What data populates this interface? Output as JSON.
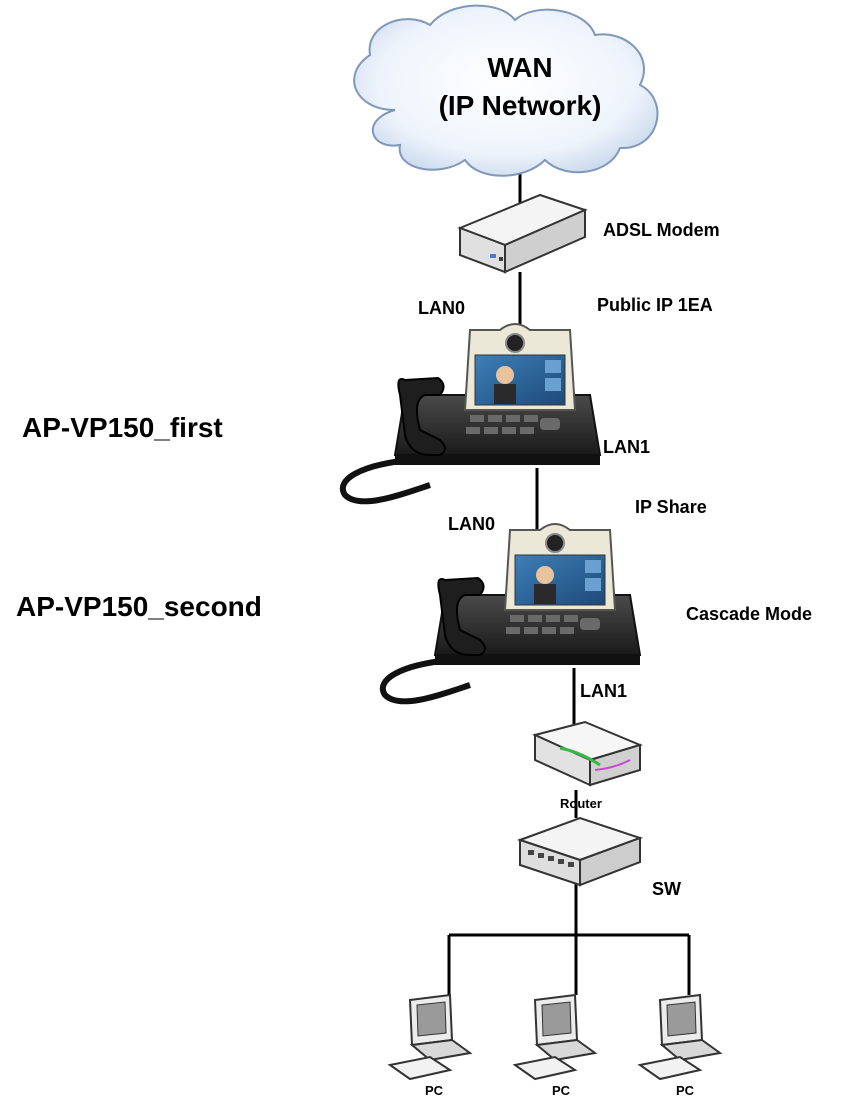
{
  "cloud": {
    "line1": "WAN",
    "line2": "(IP Network)"
  },
  "devices": {
    "modem": {
      "label": "ADSL Modem"
    },
    "phone_first": {
      "label": "AP-VP150_first"
    },
    "phone_second": {
      "label": "AP-VP150_second"
    },
    "router": {
      "label": "Router"
    },
    "switch": {
      "label": "SW"
    },
    "pcs": [
      {
        "label": "PC"
      },
      {
        "label": "PC"
      },
      {
        "label": "PC"
      }
    ]
  },
  "links": {
    "modem_to_first": {
      "port": "LAN0",
      "note": "Public IP 1EA"
    },
    "first_lan1": {
      "port": "LAN1"
    },
    "first_to_second": {
      "port": "LAN0",
      "note": "IP Share"
    },
    "second_mode": {
      "note": "Cascade Mode"
    },
    "second_to_router": {
      "port": "LAN1"
    }
  },
  "colors": {
    "cloud_fill": "#e6f0fb",
    "cloud_edge": "#8aa4c4",
    "device_dark": "#2b2b2b",
    "line": "#000000"
  }
}
